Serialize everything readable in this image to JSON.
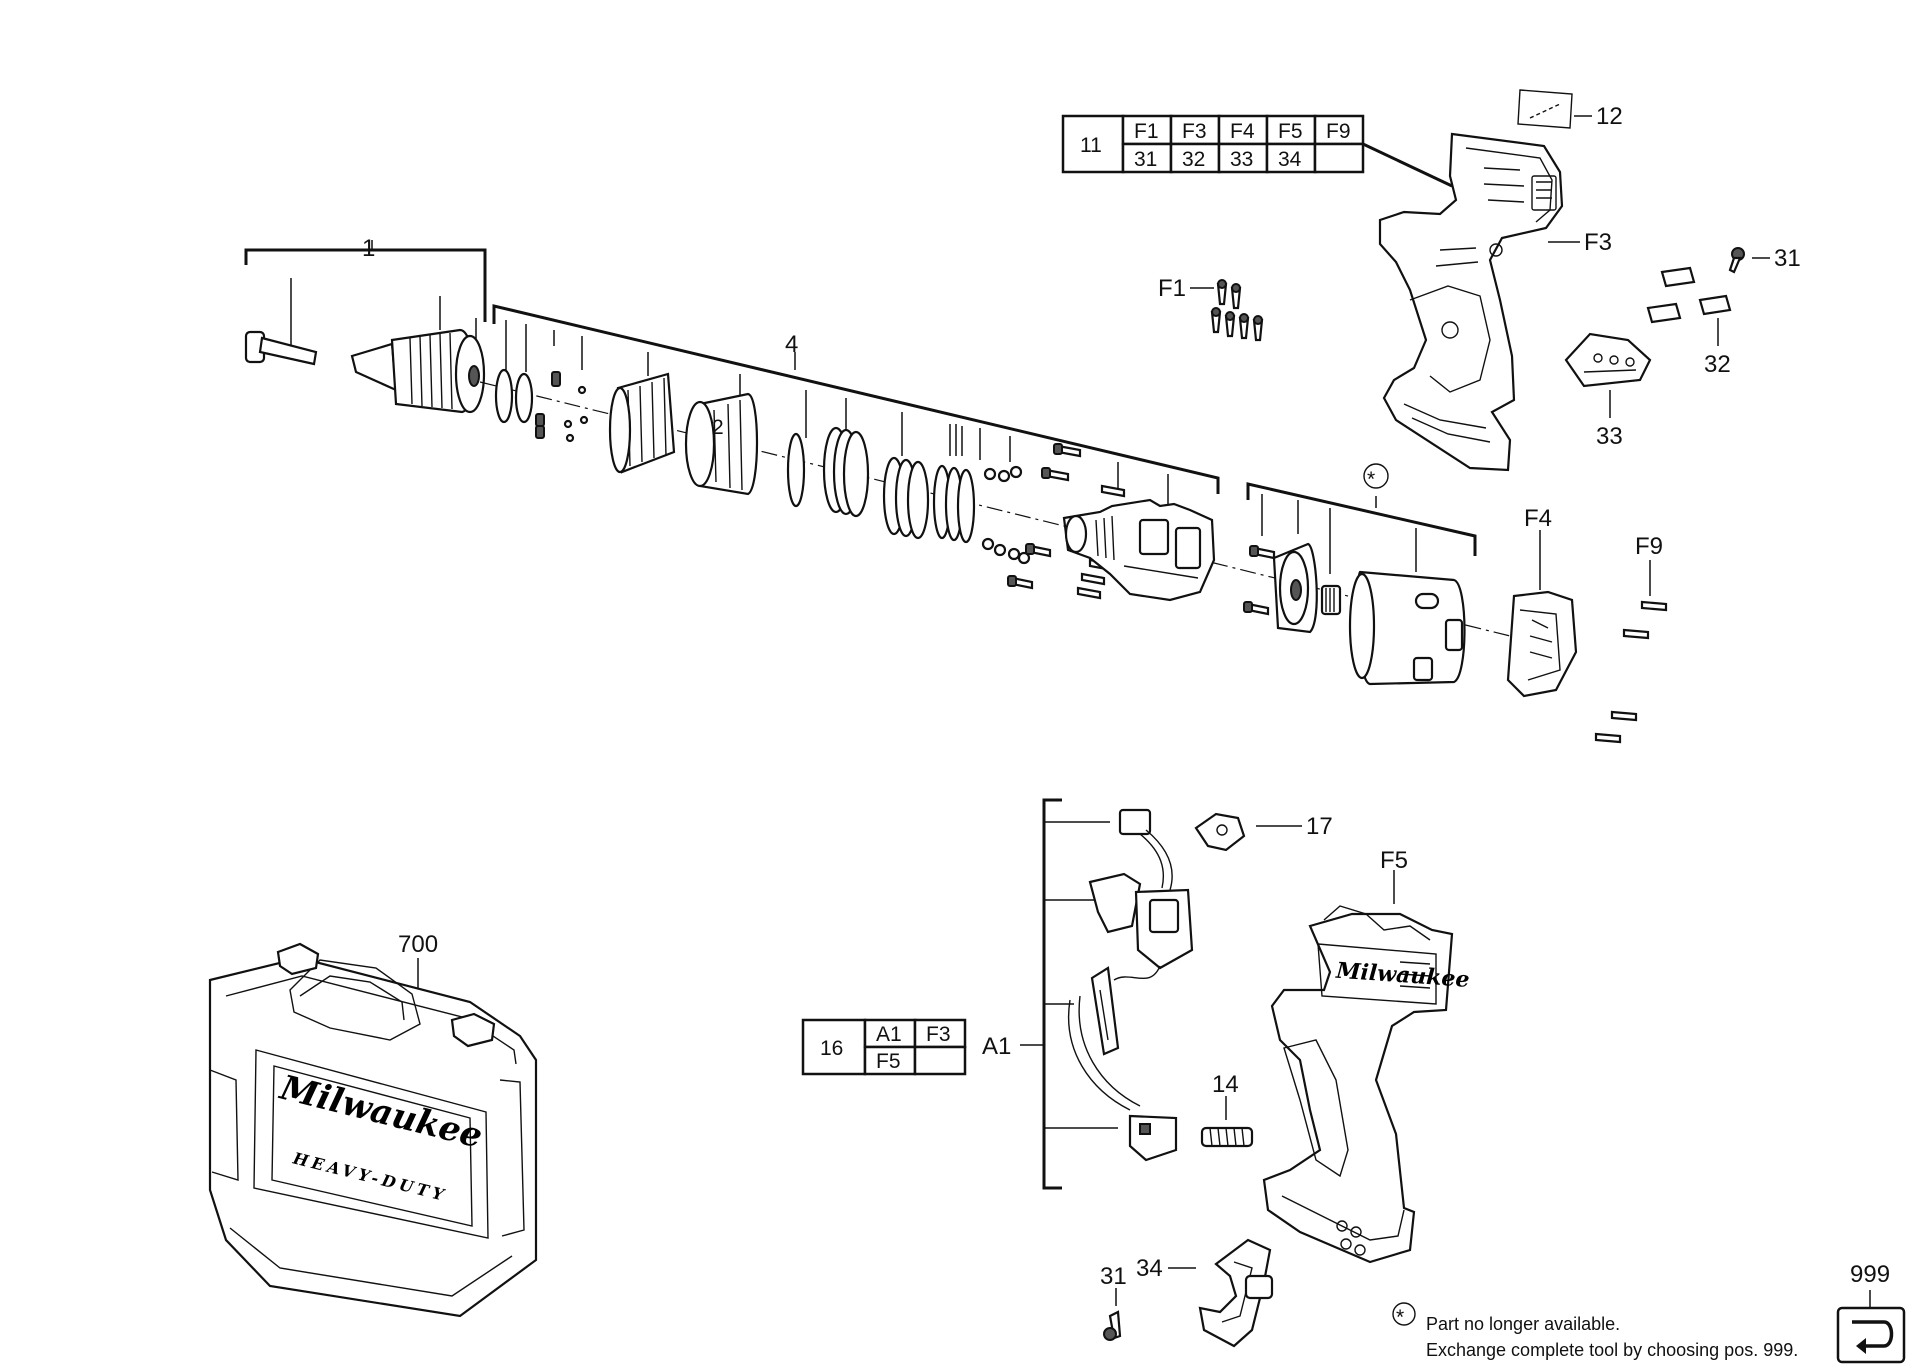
{
  "labels": {
    "p1": "1",
    "p4": "4",
    "p12": "12",
    "pF3": "F3",
    "pF1": "F1",
    "p31a": "31",
    "p32": "32",
    "p33": "33",
    "pstar": "*",
    "pF4": "F4",
    "pF9": "F9",
    "p17": "17",
    "pF5": "F5",
    "p14": "14",
    "pA1": "A1",
    "p700": "700",
    "p31b": "31",
    "p34": "34",
    "p999": "999"
  },
  "table_11": {
    "id": "11",
    "row1": [
      "F1",
      "F3",
      "F4",
      "F5",
      "F9"
    ],
    "row2": [
      "31",
      "32",
      "33",
      "34",
      ""
    ]
  },
  "table_16": {
    "id": "16",
    "row1": [
      "A1",
      "F3"
    ],
    "row2": [
      "F5"
    ]
  },
  "branding": {
    "case_logo": "Milwaukee",
    "case_tag": "HEAVY-DUTY",
    "housing_logo": "Milwaukee"
  },
  "footnote": {
    "symbol": "*",
    "line1": "Part no longer available.",
    "line2": "Exchange complete tool by choosing pos. 999."
  }
}
